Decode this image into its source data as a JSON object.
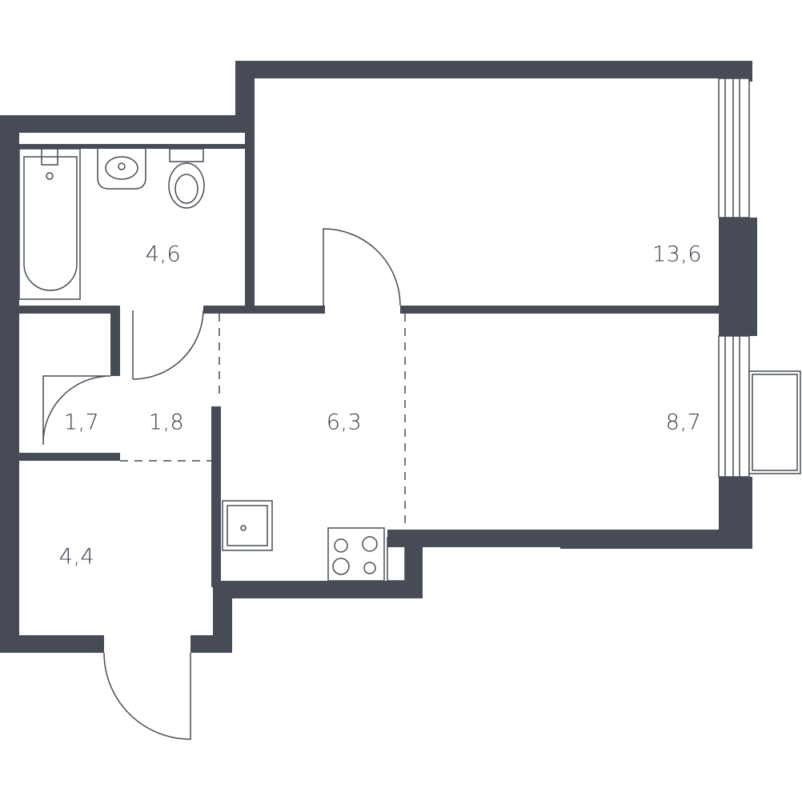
{
  "colors": {
    "wall": "#474b56",
    "label": "#3d4150",
    "background": "#ffffff"
  },
  "rooms": {
    "bathroom": {
      "area": "4,6"
    },
    "room_large": {
      "area": "13,6"
    },
    "storage": {
      "area": "1,7"
    },
    "hall": {
      "area": "1,8"
    },
    "kitchen": {
      "area": "6,3"
    },
    "room_small": {
      "area": "8,7"
    },
    "entrance": {
      "area": "4,4"
    }
  }
}
